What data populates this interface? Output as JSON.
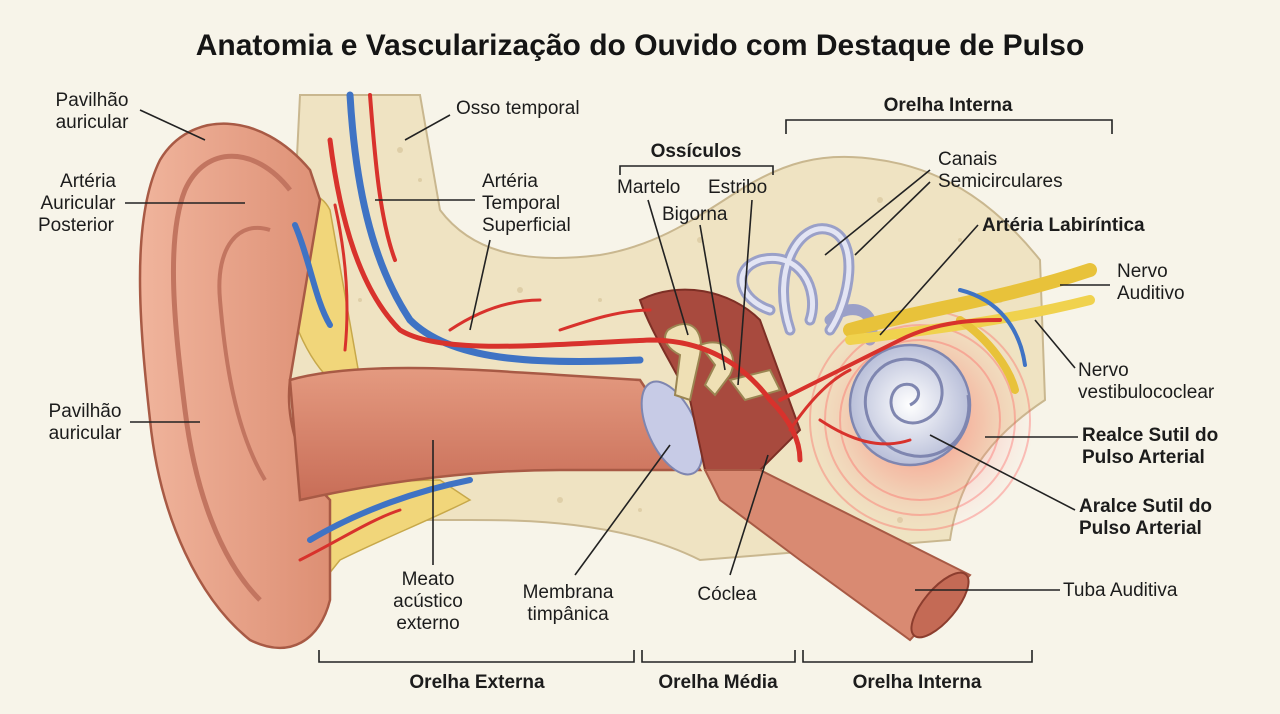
{
  "title": "Anatomia e Vascularização do Ouvido com Destaque de Pulso",
  "labels": {
    "pavilhao_top": [
      "Pavilhão",
      "auricular"
    ],
    "arteria_auricular": [
      "Artéria",
      "Auricular",
      "Posterior"
    ],
    "pavilhao_mid": [
      "Pavilhão",
      "auricular"
    ],
    "osso_temporal": "Osso temporal",
    "arteria_temporal": [
      "Artéria",
      "Temporal",
      "Superficial"
    ],
    "ossiculos": "Ossículos",
    "martelo": "Martelo",
    "estribo": "Estribo",
    "bigorna": "Bigorna",
    "orelha_interna_top": "Orelha Interna",
    "canais": [
      "Canais",
      "Semicirculares"
    ],
    "arteria_labirintica": "Artéria Labiríntica",
    "nervo_auditivo": [
      "Nervo",
      "Auditivo"
    ],
    "nervo_vestibulococlear": [
      "Nervo",
      "vestibulococlear"
    ],
    "realce_1": [
      "Realce Sutil do",
      "Pulso Arterial"
    ],
    "realce_2": [
      "Aralce Sutil do",
      "Pulso Arterial"
    ],
    "tuba_auditiva": "Tuba Auditiva",
    "meato": [
      "Meato",
      "acústico",
      "externo"
    ],
    "membrana": [
      "Membrana",
      "timpânica"
    ],
    "coclea": "Cóclea"
  },
  "sections": {
    "externa": "Orelha Externa",
    "media": "Orelha Média",
    "interna": "Orelha Interna"
  },
  "colors": {
    "background": "#f7f4e9",
    "skin": "#e8a288",
    "bone": "#efe3c2",
    "artery": "#d8322c",
    "vein": "#3f73c4",
    "nerve": "#e8c23a",
    "pulse": "#ff3b3b"
  }
}
